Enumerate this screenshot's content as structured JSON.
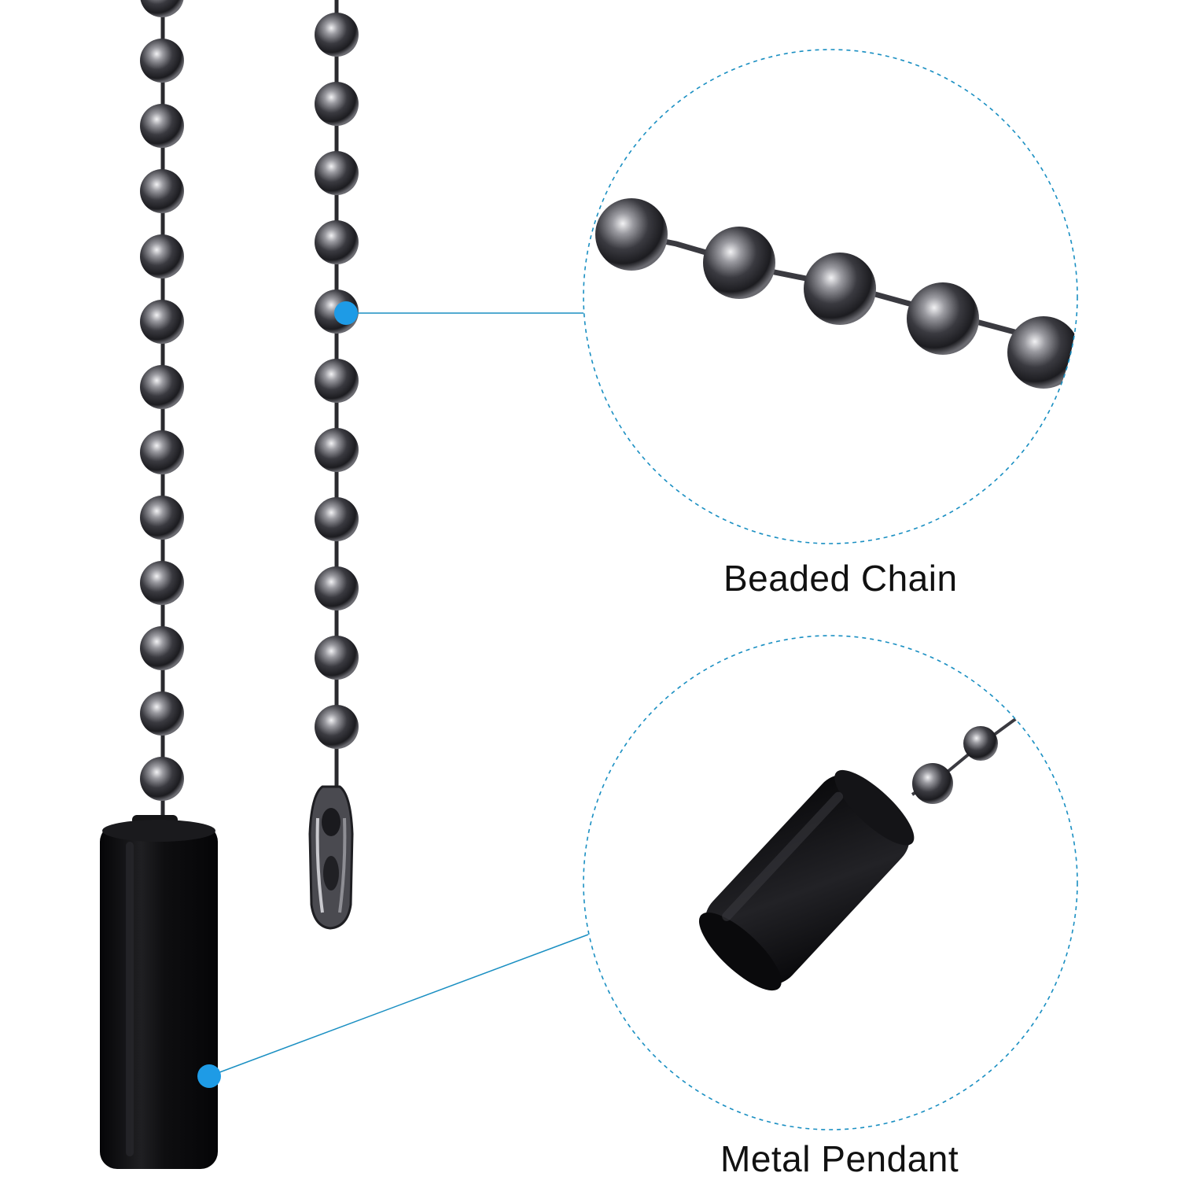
{
  "labels": {
    "chain": "Beaded Chain",
    "pendant": "Metal Pendant"
  },
  "colors": {
    "background": "#ffffff",
    "callout_line": "#1a8fc2",
    "callout_dot": "#1e9be6",
    "metal_dark": "#2a2a2e",
    "metal_highlight": "#d8d8dc",
    "pendant_black": "#0c0c0e"
  },
  "icons": {
    "chain_left": "ball-chain-with-pendant",
    "chain_right": "ball-chain-with-connector",
    "zoom_top": "chain-closeup",
    "zoom_bottom": "pendant-closeup"
  }
}
